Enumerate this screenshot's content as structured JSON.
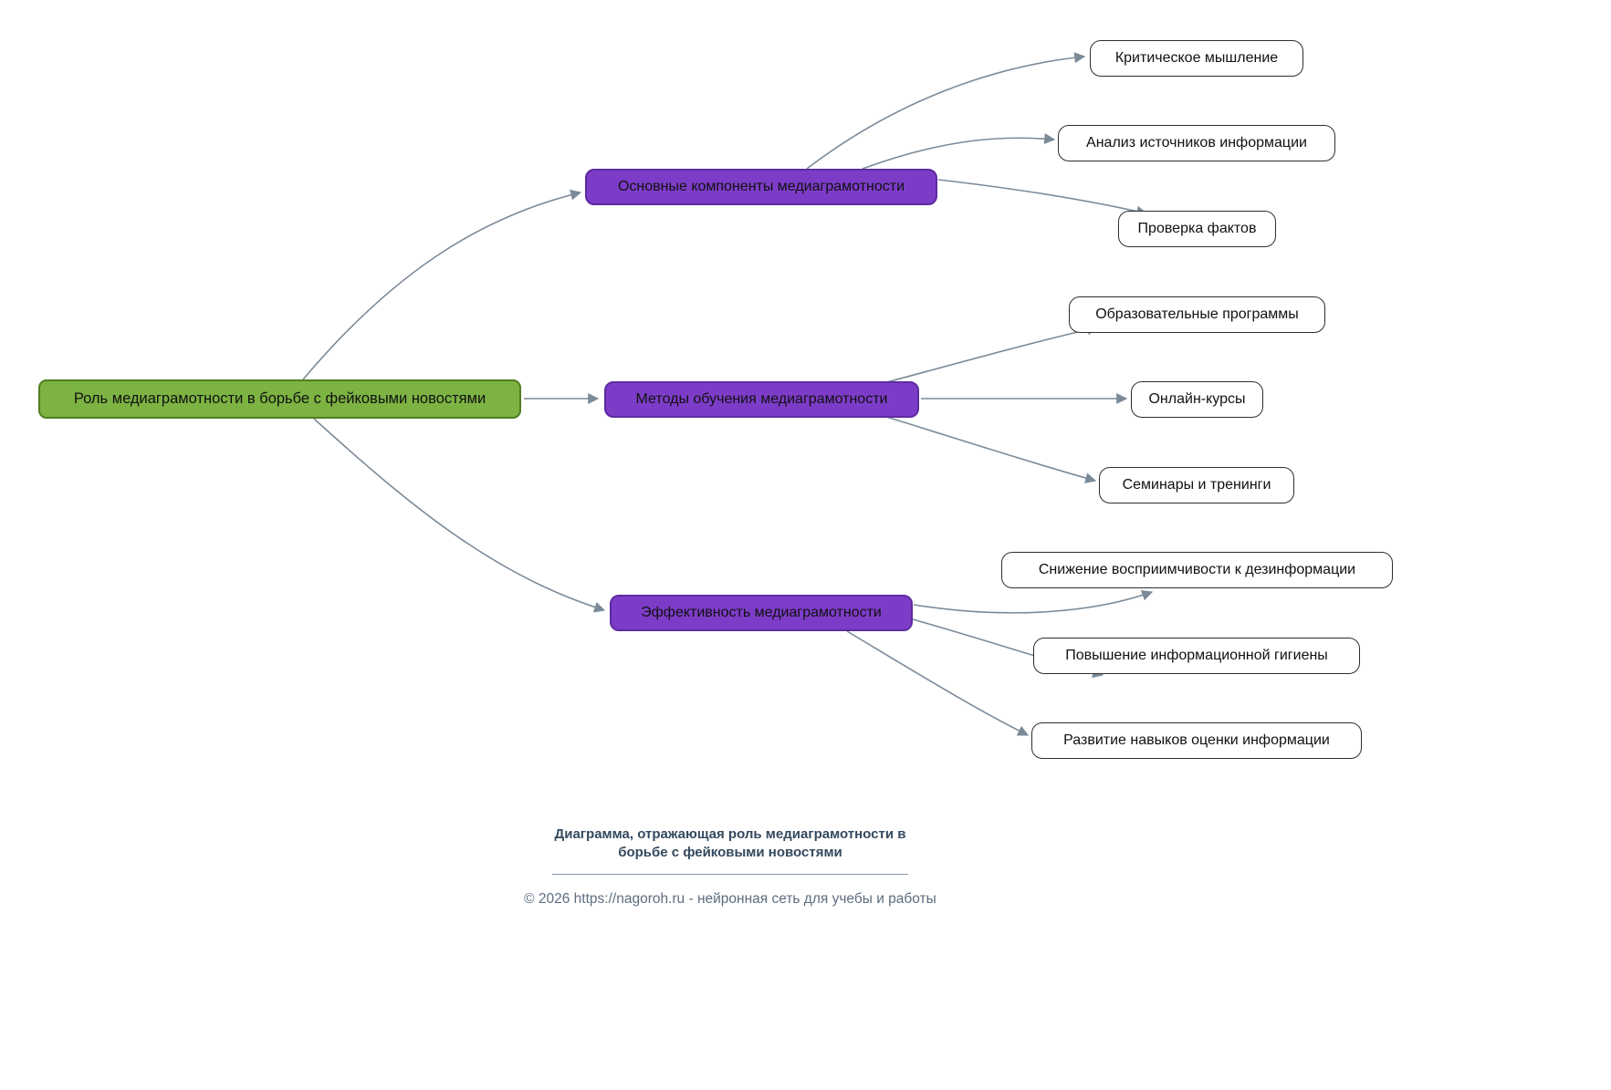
{
  "colors": {
    "root_fill": "#7cb342",
    "root_border": "#507d21",
    "branch_fill": "#7d3cc8",
    "branch_border": "#5e2aa0",
    "leaf_fill": "#ffffff",
    "leaf_border": "#2e2e2e",
    "edge": "#7b8a98",
    "caption_title": "#34495e",
    "caption_text": "#5d6d7e"
  },
  "root": {
    "label": "Роль медиаграмотности в борьбе с фейковыми новостями"
  },
  "branches": [
    {
      "label": "Основные компоненты медиаграмотности",
      "children": [
        "Критическое мышление",
        "Анализ источников информации",
        "Проверка фактов"
      ]
    },
    {
      "label": "Методы обучения медиаграмотности",
      "children": [
        "Образовательные программы",
        "Онлайн-курсы",
        "Семинары и тренинги"
      ]
    },
    {
      "label": "Эффективность медиаграмотности",
      "children": [
        "Снижение восприимчивости к дезинформации",
        "Повышение информационной гигиены",
        "Развитие навыков оценки информации"
      ]
    }
  ],
  "caption": {
    "title_line1": "Диаграмма, отражающая роль медиаграмотности в",
    "title_line2": "борьбе с фейковыми новостями",
    "copyright": "© 2026 https://nagoroh.ru - нейронная сеть для учебы и работы"
  }
}
